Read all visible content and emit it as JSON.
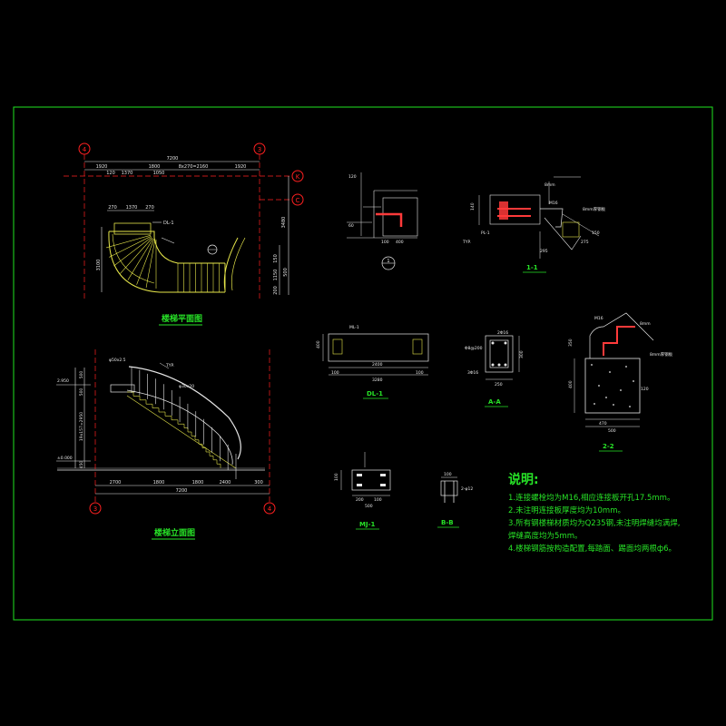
{
  "plan": {
    "title": "楼梯平面图",
    "axes": [
      "4",
      "3",
      "K",
      "C"
    ],
    "dims_top": [
      "7200",
      "1920",
      "1800",
      "8x270=2160",
      "1920"
    ],
    "dims_top2": [
      "1370",
      "120",
      "1050"
    ],
    "dims_small": [
      "270",
      "1370",
      "270"
    ],
    "dims_right": [
      "3480",
      "150",
      "1150",
      "500",
      "200"
    ],
    "dims_left": "3100",
    "labels": [
      "DL-1"
    ]
  },
  "elevation": {
    "title": "楼梯立面图",
    "axes": [
      "3",
      "4"
    ],
    "dims_bottom": [
      "2700",
      "1800",
      "1800",
      "2400",
      "300"
    ],
    "dims_bottom_total": "7200",
    "levels": [
      "±0.000",
      "2.950"
    ],
    "left_dims": [
      "500",
      "500",
      "450",
      "19x157=2950"
    ],
    "labels": [
      "φ50x2.5",
      "TYP.",
      "φ30x20"
    ]
  },
  "section_top": {
    "label": "1",
    "dims": [
      "120",
      "60",
      "100",
      "400"
    ]
  },
  "section_11": {
    "title": "1-1",
    "labels": [
      "PL-1",
      "8mm",
      "M16",
      "TYP.",
      "8mm厚钢板"
    ],
    "dims": [
      "140",
      "275",
      "150",
      "295"
    ]
  },
  "beam_dl": {
    "title": "DL-1",
    "mark": "ML-1",
    "dims": [
      "100",
      "2400",
      "100",
      "400"
    ],
    "total": "3280"
  },
  "section_aa": {
    "title": "A-A",
    "labels": [
      "2Φ16",
      "Φ8@200",
      "3Φ16"
    ],
    "dims": [
      "300",
      "250"
    ]
  },
  "section_22": {
    "title": "2-2",
    "labels": [
      "M16",
      "8mm厚钢板",
      "8mm"
    ],
    "dims": [
      "350",
      "400",
      "120",
      "470",
      "500"
    ]
  },
  "mj": {
    "title": "MJ-1",
    "dims": [
      "100",
      "200",
      "100",
      "500"
    ]
  },
  "section_bb": {
    "title": "B-B",
    "labels": [
      "2-φ12"
    ],
    "dims": [
      "100"
    ]
  },
  "notes": {
    "title": "说明:",
    "items": [
      "1.连接螺栓均为M16,相应连接板开孔17.5mm。",
      "2.未注明连接板厚度均为10mm。",
      "3.所有钢楼梯材质均为Q235钢,未注明焊缝均满焊,\n   焊缝高度均为5mm。",
      "4.楼梯钢筋按构造配置,每踏面、踢面均两根ф6。"
    ]
  },
  "colors": {
    "background": "#000000",
    "border": "#1fe31f",
    "dim_text": "#e6e6e6",
    "axis_red": "#ff2020",
    "title": "#27e327",
    "stair": "#e6e64a",
    "detail": "#ff3a3a"
  }
}
